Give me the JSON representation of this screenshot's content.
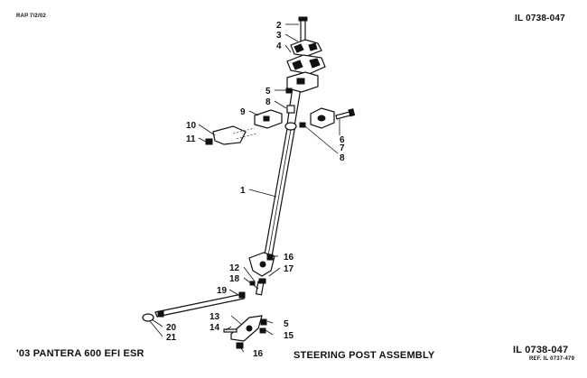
{
  "header": {
    "date_code": "RAP 7/2/02",
    "illustration_number": "IL 0738-047"
  },
  "footer": {
    "model": "'03 PANTERA 600 EFI ESR",
    "title": "STEERING POST ASSEMBLY",
    "illustration_number": "IL 0738-047",
    "reference": "REF. IL 0737-479"
  },
  "callouts": {
    "c1": "1",
    "c2": "2",
    "c3": "3",
    "c4": "4",
    "c5a": "5",
    "c5b": "5",
    "c6": "6",
    "c7": "7",
    "c8a": "8",
    "c8b": "8",
    "c9": "9",
    "c10": "10",
    "c11": "11",
    "c12": "12",
    "c13": "13",
    "c14": "14",
    "c15": "15",
    "c16a": "16",
    "c16b": "16",
    "c17": "17",
    "c18": "18",
    "c19": "19",
    "c20": "20",
    "c21": "21"
  }
}
